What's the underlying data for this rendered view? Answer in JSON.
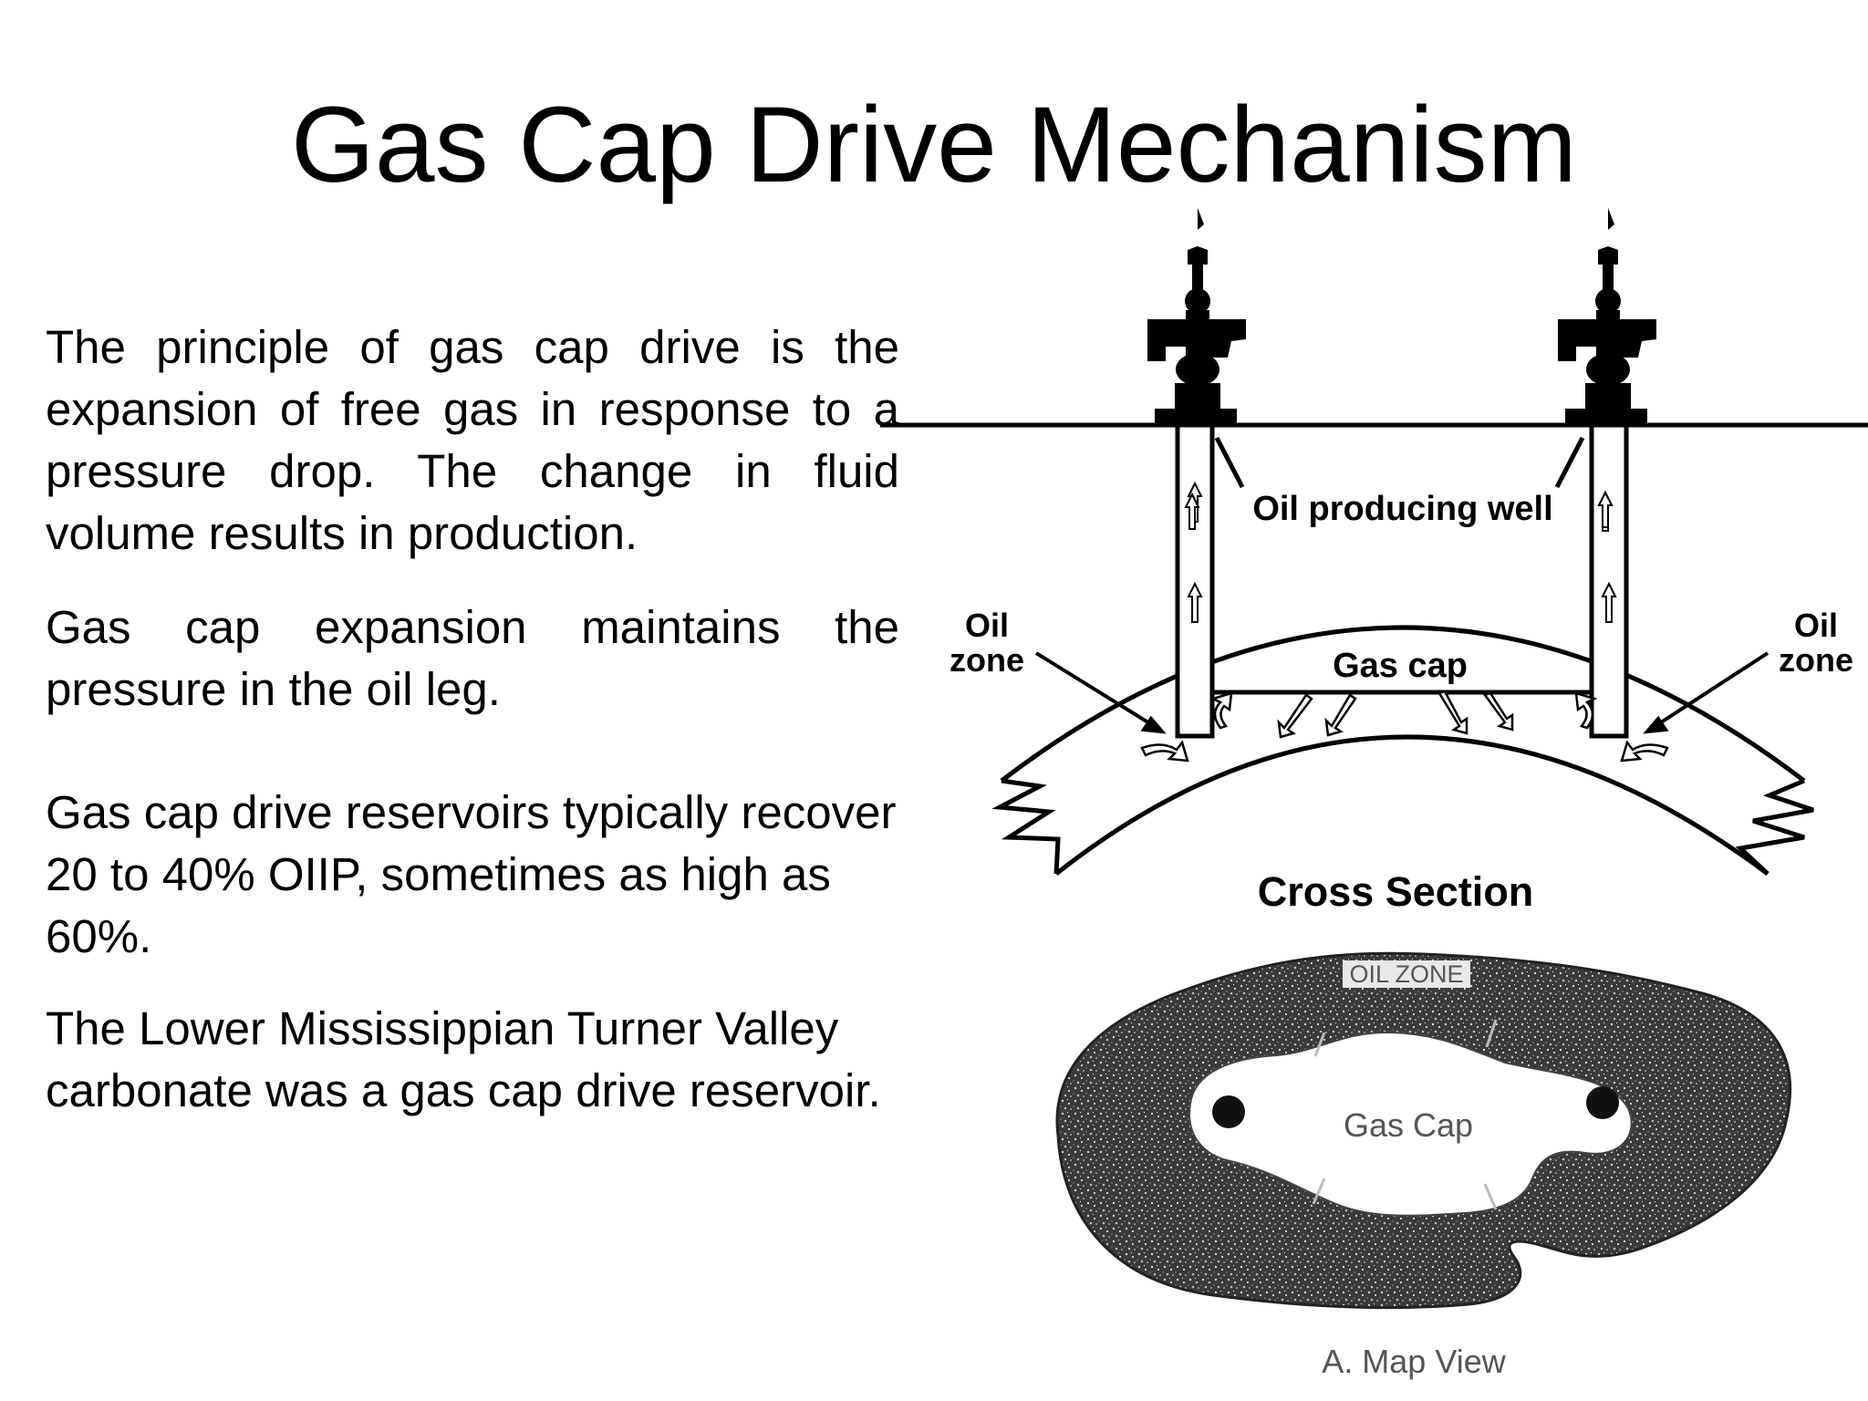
{
  "title": "Gas Cap Drive Mechanism",
  "paragraphs": [
    "The principle of gas cap drive is the expansion of free gas in response to a pressure drop. The change in fluid volume results in production.",
    "Gas cap expansion maintains the pressure in the oil leg.",
    "Gas cap drive reservoirs typically recover 20 to 40% OIIP, sometimes as high as 60%.",
    "The Lower Mississippian Turner Valley carbonate was a gas cap drive reservoir."
  ],
  "cross_section": {
    "well_label": "Oil producing well",
    "oil_zone_left": [
      "Oil",
      "zone"
    ],
    "oil_zone_right": [
      "Oil",
      "zone"
    ],
    "gas_cap_label": "Gas cap",
    "caption": "Cross Section"
  },
  "map_view": {
    "oil_zone_label": "OIL ZONE",
    "gas_cap_label": "Gas Cap",
    "caption": "A. Map View"
  }
}
